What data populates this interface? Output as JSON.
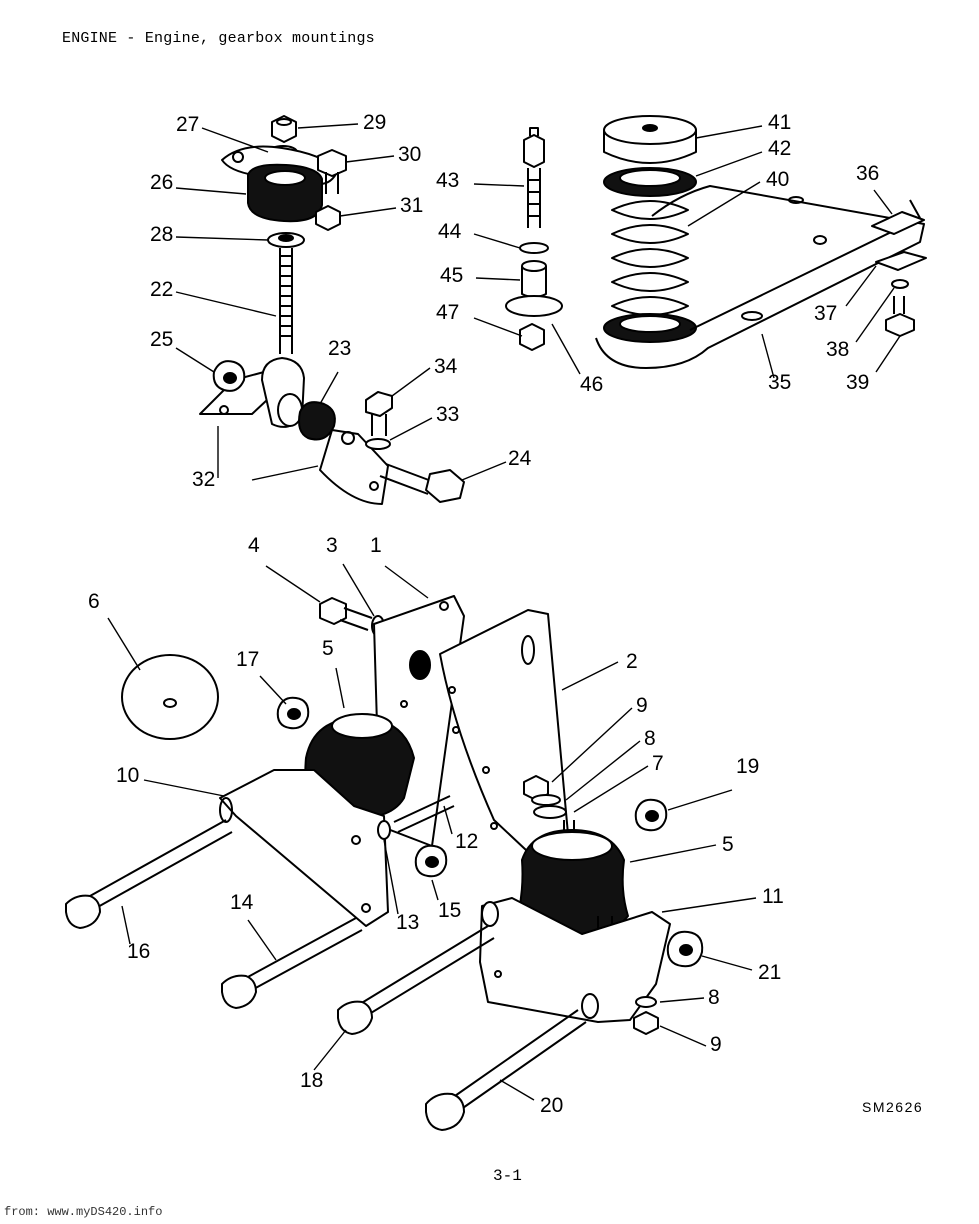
{
  "header": "ENGINE - Engine, gearbox mountings",
  "drawing_ref": "SM2626",
  "page_number": "3-1",
  "source": "from: www.myDS420.info",
  "callouts": [
    {
      "n": "1"
    },
    {
      "n": "2"
    },
    {
      "n": "3"
    },
    {
      "n": "4"
    },
    {
      "n": "5"
    },
    {
      "n": "5"
    },
    {
      "n": "6"
    },
    {
      "n": "7"
    },
    {
      "n": "8"
    },
    {
      "n": "8"
    },
    {
      "n": "9"
    },
    {
      "n": "9"
    },
    {
      "n": "10"
    },
    {
      "n": "11"
    },
    {
      "n": "12"
    },
    {
      "n": "13"
    },
    {
      "n": "14"
    },
    {
      "n": "15"
    },
    {
      "n": "16"
    },
    {
      "n": "17"
    },
    {
      "n": "18"
    },
    {
      "n": "19"
    },
    {
      "n": "20"
    },
    {
      "n": "21"
    },
    {
      "n": "22"
    },
    {
      "n": "23"
    },
    {
      "n": "24"
    },
    {
      "n": "25"
    },
    {
      "n": "26"
    },
    {
      "n": "27"
    },
    {
      "n": "28"
    },
    {
      "n": "29"
    },
    {
      "n": "30"
    },
    {
      "n": "31"
    },
    {
      "n": "32"
    },
    {
      "n": "32"
    },
    {
      "n": "33"
    },
    {
      "n": "34"
    },
    {
      "n": "35"
    },
    {
      "n": "36"
    },
    {
      "n": "37"
    },
    {
      "n": "38"
    },
    {
      "n": "39"
    },
    {
      "n": "40"
    },
    {
      "n": "41"
    },
    {
      "n": "42"
    },
    {
      "n": "43"
    },
    {
      "n": "44"
    },
    {
      "n": "45"
    },
    {
      "n": "46"
    },
    {
      "n": "47"
    }
  ]
}
